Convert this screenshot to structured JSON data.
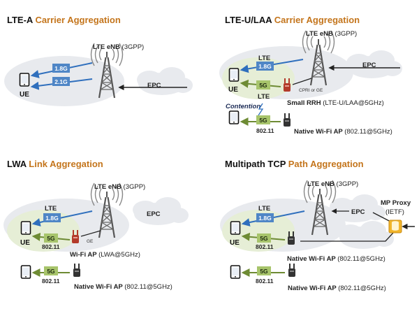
{
  "colors": {
    "accent": "#c4751c",
    "band_blue": "#4f86c6",
    "band_green": "#a7c46b",
    "cloud": "#e8eaee",
    "coverage": "#e6eed6",
    "rrh": "#b33a2a",
    "arrow_blue": "#2f6fbd",
    "arrow_green": "#6e8b34"
  },
  "panels": {
    "lte_a": {
      "title_main": "LTE-A ",
      "title_accent": "Carrier Aggregation",
      "enb_main": "LTE eNB ",
      "enb_note": "(3GPP)",
      "band1": "1.8G",
      "band2": "2.1G",
      "ue": "UE",
      "epc": "EPC"
    },
    "lte_u": {
      "title_main": "LTE-U/LAA ",
      "title_accent": "Carrier Aggregation",
      "enb_main": "LTE eNB ",
      "enb_note": "(3GPP)",
      "lte_top": "LTE",
      "band1": "1.8G",
      "band2": "5G",
      "lte_bottom": "LTE",
      "link": "CPRI or GE",
      "ue": "UE",
      "epc": "EPC",
      "rrh_main": "Small RRH ",
      "rrh_note": "(LTE-U/LAA@5GHz)",
      "contention": "Contention",
      "wifi_band": "5G",
      "wifi_std": "802.11",
      "ap_main": "Native Wi-Fi AP ",
      "ap_note": "(802.11@5GHz)"
    },
    "lwa": {
      "title_main": "LWA ",
      "title_accent": "Link Aggregation",
      "enb_main": "LTE eNB ",
      "enb_note": "(3GPP)",
      "lte": "LTE",
      "band1": "1.8G",
      "band2": "5G",
      "std": "802.11",
      "link": "GE",
      "ue": "UE",
      "epc": "EPC",
      "ap_main": "Wi-Fi AP ",
      "ap_note": "(LWA@5GHz)",
      "wifi_band": "5G",
      "wifi_std": "802.11",
      "native_main": "Native Wi-Fi AP ",
      "native_note": "(802.11@5GHz)"
    },
    "mptcp": {
      "title_main": "Multipath TCP ",
      "title_accent": "Path Aggregation",
      "enb_main": "LTE eNB ",
      "enb_note": "(3GPP)",
      "lte": "LTE",
      "band1": "1.8G",
      "band2": "5G",
      "std": "802.11",
      "ue": "UE",
      "epc": "EPC",
      "proxy_main": "MP Proxy",
      "proxy_note": "(IETF)",
      "ap_main": "Native Wi-Fi AP ",
      "ap_note": "(802.11@5GHz)",
      "wifi_band": "5G",
      "wifi_std": "802.11",
      "native_main": "Native Wi-Fi AP ",
      "native_note": "(802.11@5GHz)"
    }
  }
}
